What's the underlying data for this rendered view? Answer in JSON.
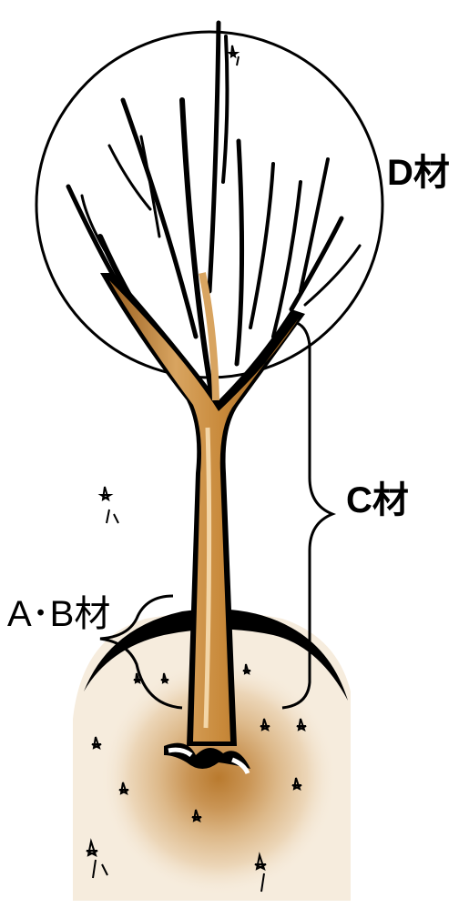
{
  "labels": {
    "d": "D材",
    "c": "C材",
    "ab": "A･B材"
  },
  "colors": {
    "trunk": "#c8893a",
    "trunk_light": "#e9c08a",
    "outline": "#000000",
    "ground": "#f6ecdd",
    "root_core": "#b97a2e"
  }
}
